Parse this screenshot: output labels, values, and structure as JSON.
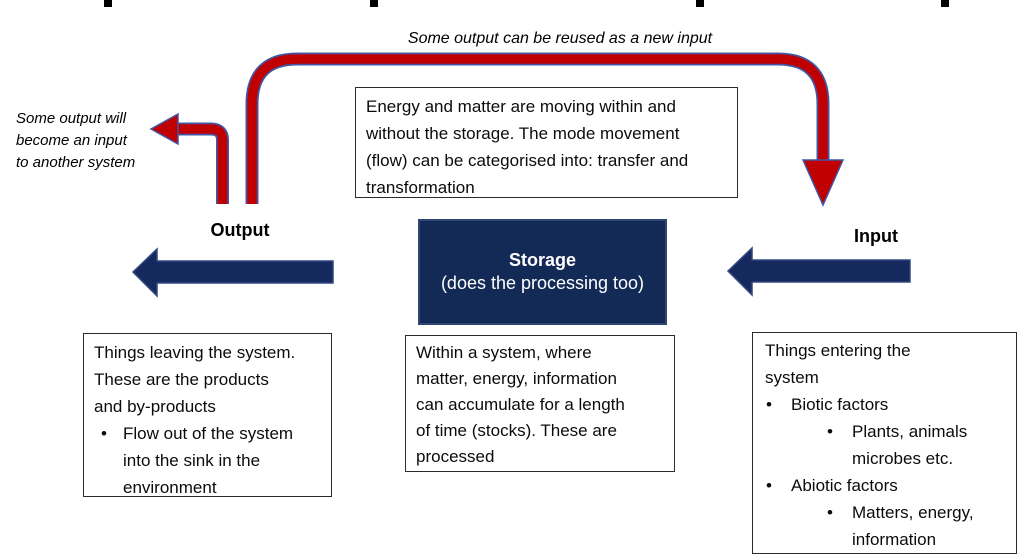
{
  "colors": {
    "arrow_red": "#C00000",
    "arrow_red_outline": "#4156A4",
    "arrow_navy": "#16295F",
    "arrow_navy_outline": "#31497E",
    "storage_bg": "#132A57",
    "storage_border": "#2F4575",
    "box_border": "#2B2B2B",
    "text": "#0B0B0B"
  },
  "bullet_char": "•",
  "captions": {
    "reuse": "Some output can be reused as a new input",
    "another_system_lines": [
      "Some output will",
      "become an input",
      "to another system"
    ]
  },
  "flow_note": "Energy and matter are moving within and without the storage. The mode movement (flow) can be categorised into: transfer and transformation",
  "output": {
    "label": "Output"
  },
  "input": {
    "label": "Input"
  },
  "storage": {
    "title": "Storage",
    "subtitle": "(does the processing too)"
  },
  "output_box": {
    "text": "Things leaving the system. These are the products and by-products",
    "bullets": [
      "Flow out of the system into the sink in the environment"
    ]
  },
  "storage_box": {
    "text": "Within a system, where matter, energy, information can accumulate for a length of time (stocks). These are processed"
  },
  "input_box": {
    "intro": "Things entering the system",
    "bullets": [
      {
        "label": "Biotic factors",
        "children": [
          "Plants, animals microbes etc."
        ]
      },
      {
        "label": "Abiotic factors",
        "children": [
          "Matters, energy, information"
        ]
      }
    ]
  }
}
